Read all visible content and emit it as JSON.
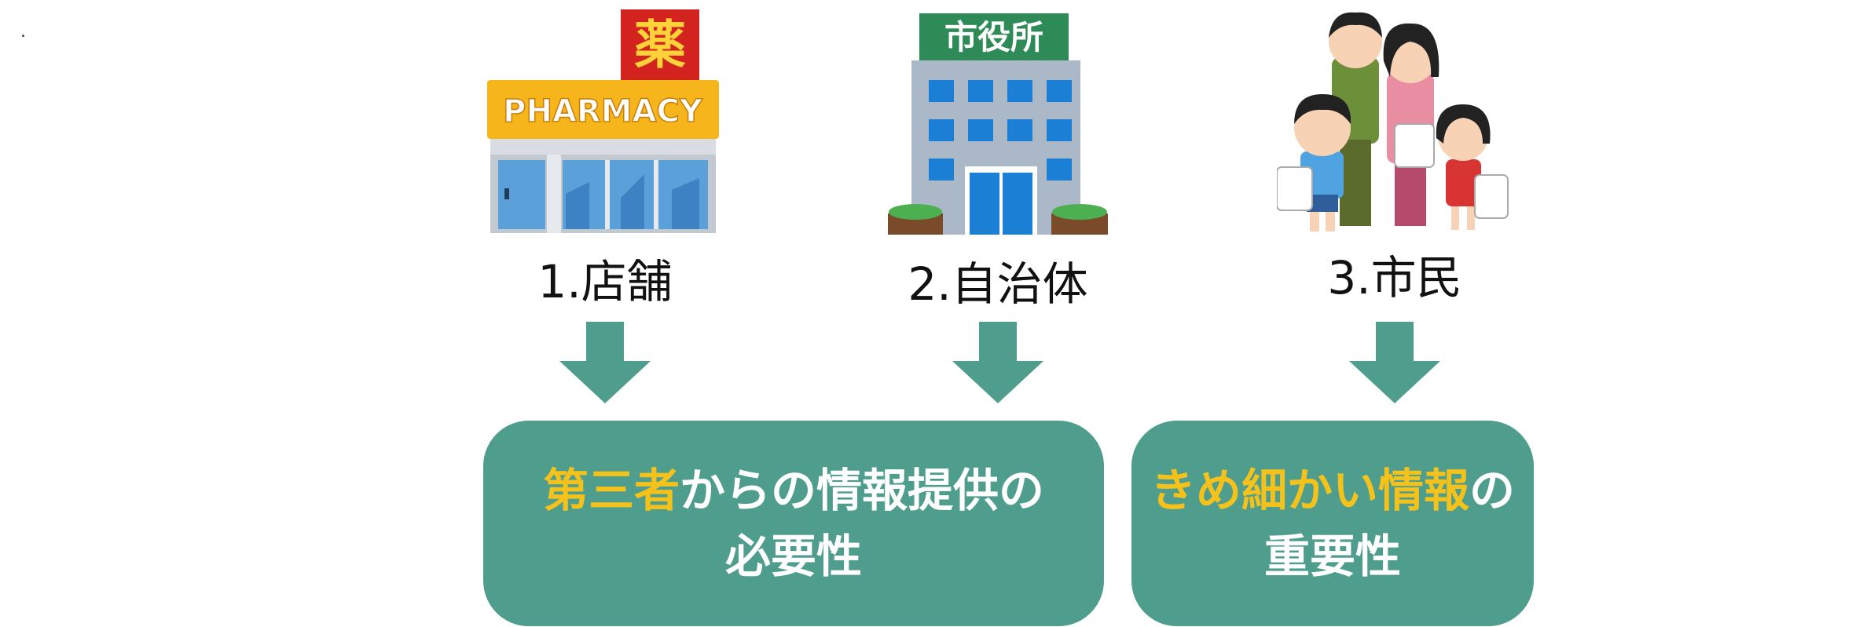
{
  "stray_mark": ".",
  "illustrations": {
    "pharmacy": {
      "sign_kanji": "薬",
      "sign_text": "PHARMACY"
    },
    "city_hall": {
      "sign_text": "市役所"
    }
  },
  "sources": [
    {
      "label": "1.店舗"
    },
    {
      "label": "2.自治体"
    },
    {
      "label": "3.市民"
    }
  ],
  "conclusions": [
    {
      "highlight": "第三者",
      "line1_rest": "からの情報提供の",
      "line2": "必要性"
    },
    {
      "highlight": "きめ細かい情報",
      "line1_rest": "の",
      "line2": "重要性"
    }
  ],
  "colors": {
    "box": "#4e9d8d",
    "arrow": "#4e9d8d",
    "highlight": "#f5c21b",
    "box_text": "#ffffff"
  }
}
